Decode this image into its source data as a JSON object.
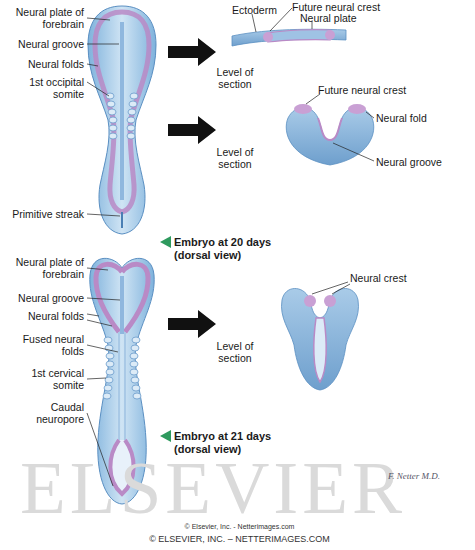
{
  "diagram": {
    "labels": [
      "Neural plate of forebrain",
      "Neural groove",
      "Neural folds",
      "1st occipital somite",
      "Primitive streak",
      "Ectoderm",
      "Future neural crest",
      "Neural plate",
      "Level of section",
      "Future neural crest",
      "Neural fold",
      "Level of section",
      "Neural groove",
      "Embryo at 20 days (dorsal view)",
      "Neural plate of forebrain",
      "Neural groove",
      "Neural folds",
      "Fused neural folds",
      "1st cervical somite",
      "Caudal neuropore",
      "Neural crest",
      "Level of section",
      "Embryo at 21 days (dorsal view)",
      "© Elsevier, Inc. - Netterimages.com",
      "© ELSEVIER, INC. – NETTERIMAGES.COM",
      "ELSEVIER",
      "F. Netter M.D."
    ]
  }
}
